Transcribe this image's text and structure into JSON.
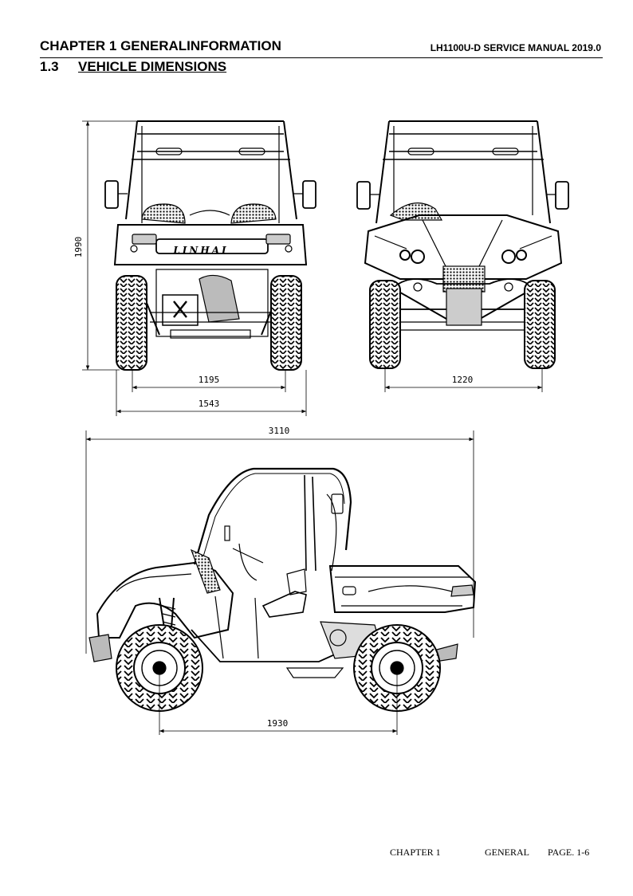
{
  "header": {
    "chapter_title": "CHAPTER 1 GENERALINFORMATION",
    "manual_title": "LH1100U-D SERVICE MANUAL 2019.0"
  },
  "section": {
    "number": "1.3",
    "title": "VEHICLE DIMENSIONS"
  },
  "dimensions": {
    "overall_height": "1990",
    "rear_track": "1195",
    "overall_width": "1543",
    "front_track": "1220",
    "overall_length": "3110",
    "wheelbase": "1930"
  },
  "brand_label": "LINHAI",
  "footer": {
    "chapter": "CHAPTER 1",
    "section": "GENERAL",
    "page": "PAGE. 1-6"
  }
}
